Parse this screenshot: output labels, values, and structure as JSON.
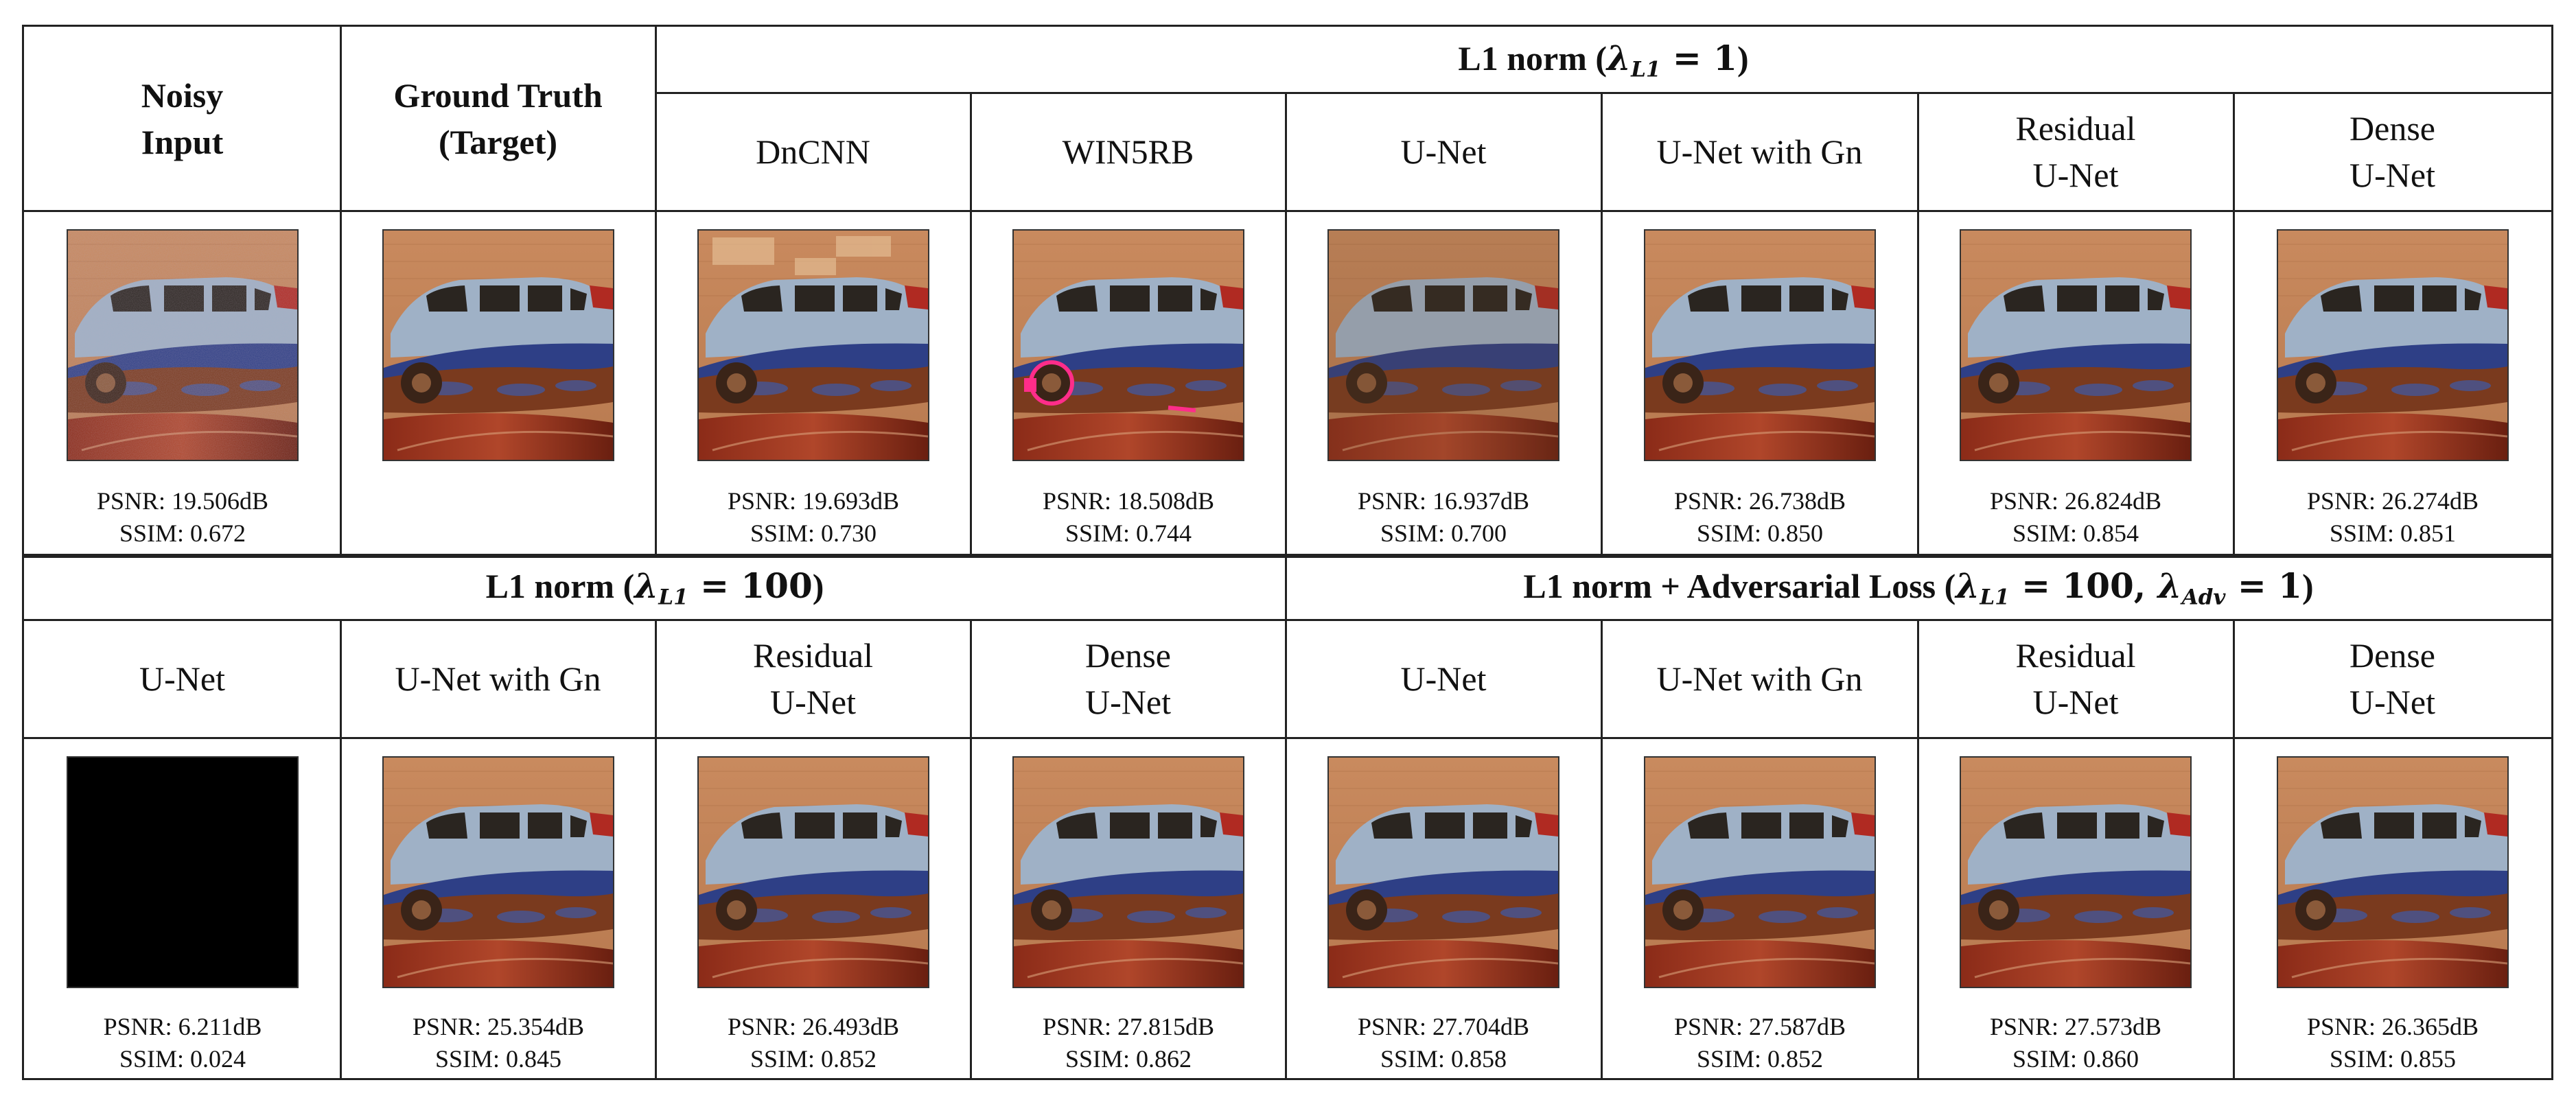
{
  "top": {
    "noisy_header": [
      "Noisy",
      "Input"
    ],
    "gt_header": [
      "Ground Truth",
      "(Target)"
    ],
    "group_title": {
      "prefix": "L1 norm (",
      "lambda_sub": "L1",
      "value": " = 1",
      "suffix": ")"
    },
    "methods": [
      {
        "lines": [
          "DnCNN"
        ]
      },
      {
        "lines": [
          "WIN5RB"
        ]
      },
      {
        "lines": [
          "U-Net"
        ]
      },
      {
        "lines": [
          "U-Net with Gn"
        ]
      },
      {
        "lines": [
          "Residual",
          "U-Net"
        ]
      },
      {
        "lines": [
          "Dense",
          "U-Net"
        ]
      }
    ],
    "cells": [
      {
        "variant": "noisy",
        "psnr": "PSNR: 19.506dB",
        "ssim": "SSIM: 0.672"
      },
      {
        "variant": "clean",
        "psnr": "",
        "ssim": ""
      },
      {
        "variant": "dncnn",
        "psnr": "PSNR: 19.693dB",
        "ssim": "SSIM: 0.730"
      },
      {
        "variant": "win5rb",
        "psnr": "PSNR: 18.508dB",
        "ssim": "SSIM: 0.744"
      },
      {
        "variant": "unet1",
        "psnr": "PSNR: 16.937dB",
        "ssim": "SSIM: 0.700"
      },
      {
        "variant": "clean",
        "psnr": "PSNR: 26.738dB",
        "ssim": "SSIM: 0.850"
      },
      {
        "variant": "clean",
        "psnr": "PSNR: 26.824dB",
        "ssim": "SSIM: 0.854"
      },
      {
        "variant": "clean",
        "psnr": "PSNR: 26.274dB",
        "ssim": "SSIM: 0.851"
      }
    ]
  },
  "bottom": {
    "group_left": {
      "prefix": "L1 norm (",
      "lambda_sub": "L1",
      "value": " = 100",
      "suffix": ")"
    },
    "group_right": {
      "prefix": "L1 norm + Adversarial Loss (",
      "lambda_sub": "L1",
      "value": " = 100, ",
      "lambda2_sub": "Adv",
      "value2": " = 1",
      "suffix": ")"
    },
    "methods": [
      {
        "lines": [
          "U-Net"
        ]
      },
      {
        "lines": [
          "U-Net with Gn"
        ]
      },
      {
        "lines": [
          "Residual",
          "U-Net"
        ]
      },
      {
        "lines": [
          "Dense",
          "U-Net"
        ]
      },
      {
        "lines": [
          "U-Net"
        ]
      },
      {
        "lines": [
          "U-Net with Gn"
        ]
      },
      {
        "lines": [
          "Residual",
          "U-Net"
        ]
      },
      {
        "lines": [
          "Dense",
          "U-Net"
        ]
      }
    ],
    "cells": [
      {
        "variant": "black",
        "psnr": "PSNR: 6.211dB",
        "ssim": "SSIM: 0.024"
      },
      {
        "variant": "clean",
        "psnr": "PSNR: 25.354dB",
        "ssim": "SSIM: 0.845"
      },
      {
        "variant": "clean",
        "psnr": "PSNR: 26.493dB",
        "ssim": "SSIM: 0.852"
      },
      {
        "variant": "clean",
        "psnr": "PSNR: 27.815dB",
        "ssim": "SSIM: 0.862"
      },
      {
        "variant": "clean",
        "psnr": "PSNR: 27.704dB",
        "ssim": "SSIM: 0.858"
      },
      {
        "variant": "clean",
        "psnr": "PSNR: 27.587dB",
        "ssim": "SSIM: 0.852"
      },
      {
        "variant": "clean",
        "psnr": "PSNR: 27.573dB",
        "ssim": "SSIM: 0.860"
      },
      {
        "variant": "clean",
        "psnr": "PSNR: 26.365dB",
        "ssim": "SSIM: 0.855"
      }
    ]
  },
  "colors": {
    "border": "#222222",
    "wall": "#c98a5e",
    "car_body": "#9fb1c6",
    "rust": "#7a3a1e",
    "blue_car": "#2e3f86",
    "red_car": "#8b2b18"
  }
}
